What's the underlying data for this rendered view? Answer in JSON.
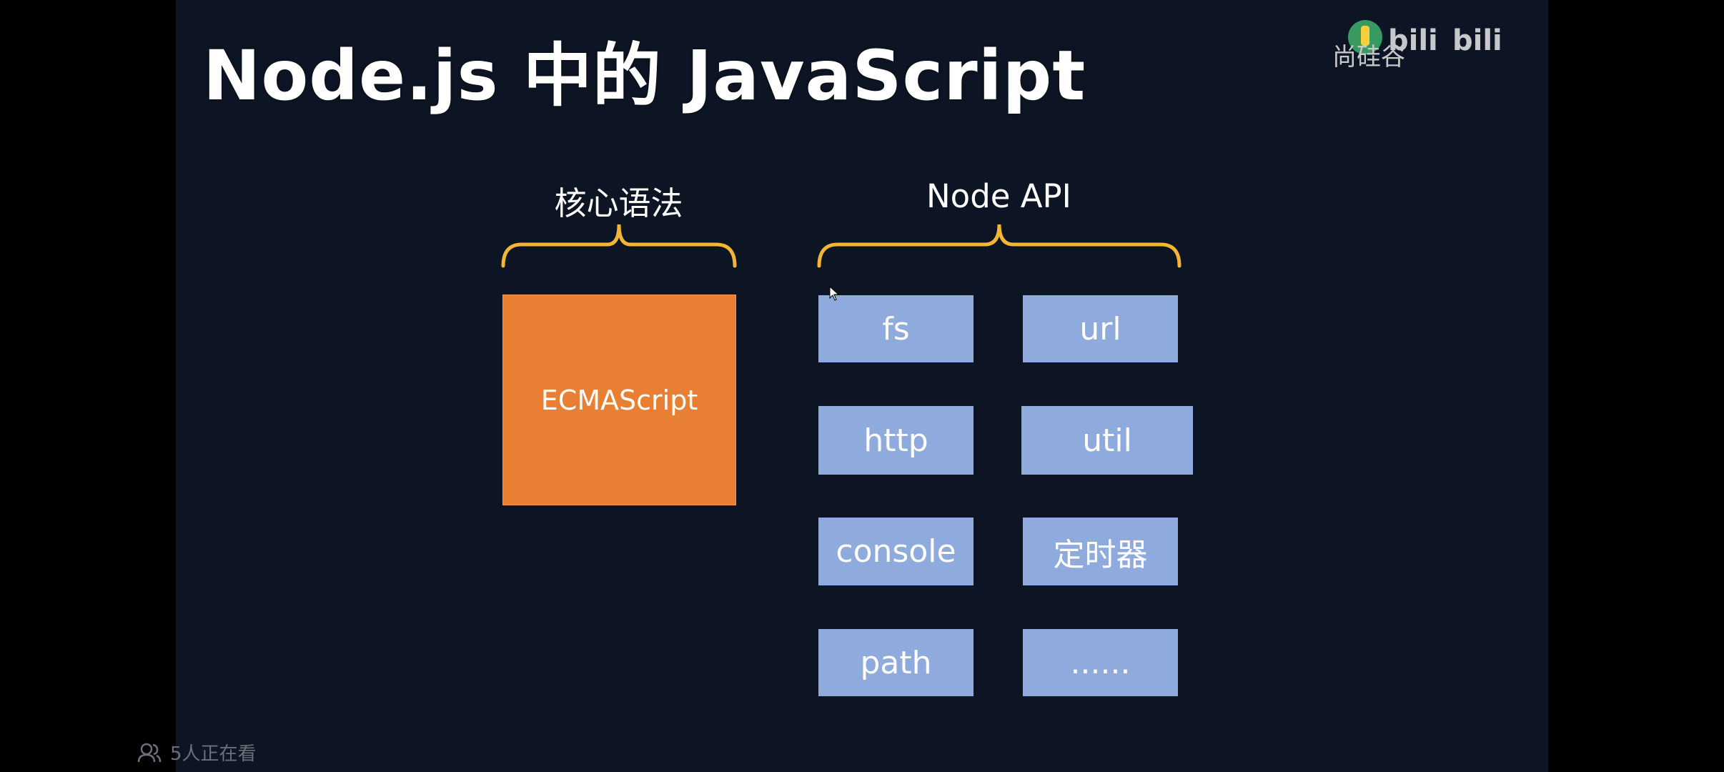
{
  "slide": {
    "title": "Node.js 中的 JavaScript",
    "core_label": "核心语法",
    "api_label": "Node API",
    "core_box": "ECMAScript",
    "api_items": [
      "fs",
      "url",
      "http",
      "util",
      "console",
      "定时器",
      "path",
      "......"
    ]
  },
  "watermark": {
    "brand_text": "尚硅谷",
    "icon": "bilibili-logo-icon"
  },
  "live": {
    "viewers_text": "5人正在看",
    "icon": "people-icon"
  },
  "colors": {
    "slide_bg": "#0d1525",
    "brace": "#f2b632",
    "core_box": "#e97f33",
    "api_box": "#8faadc"
  }
}
